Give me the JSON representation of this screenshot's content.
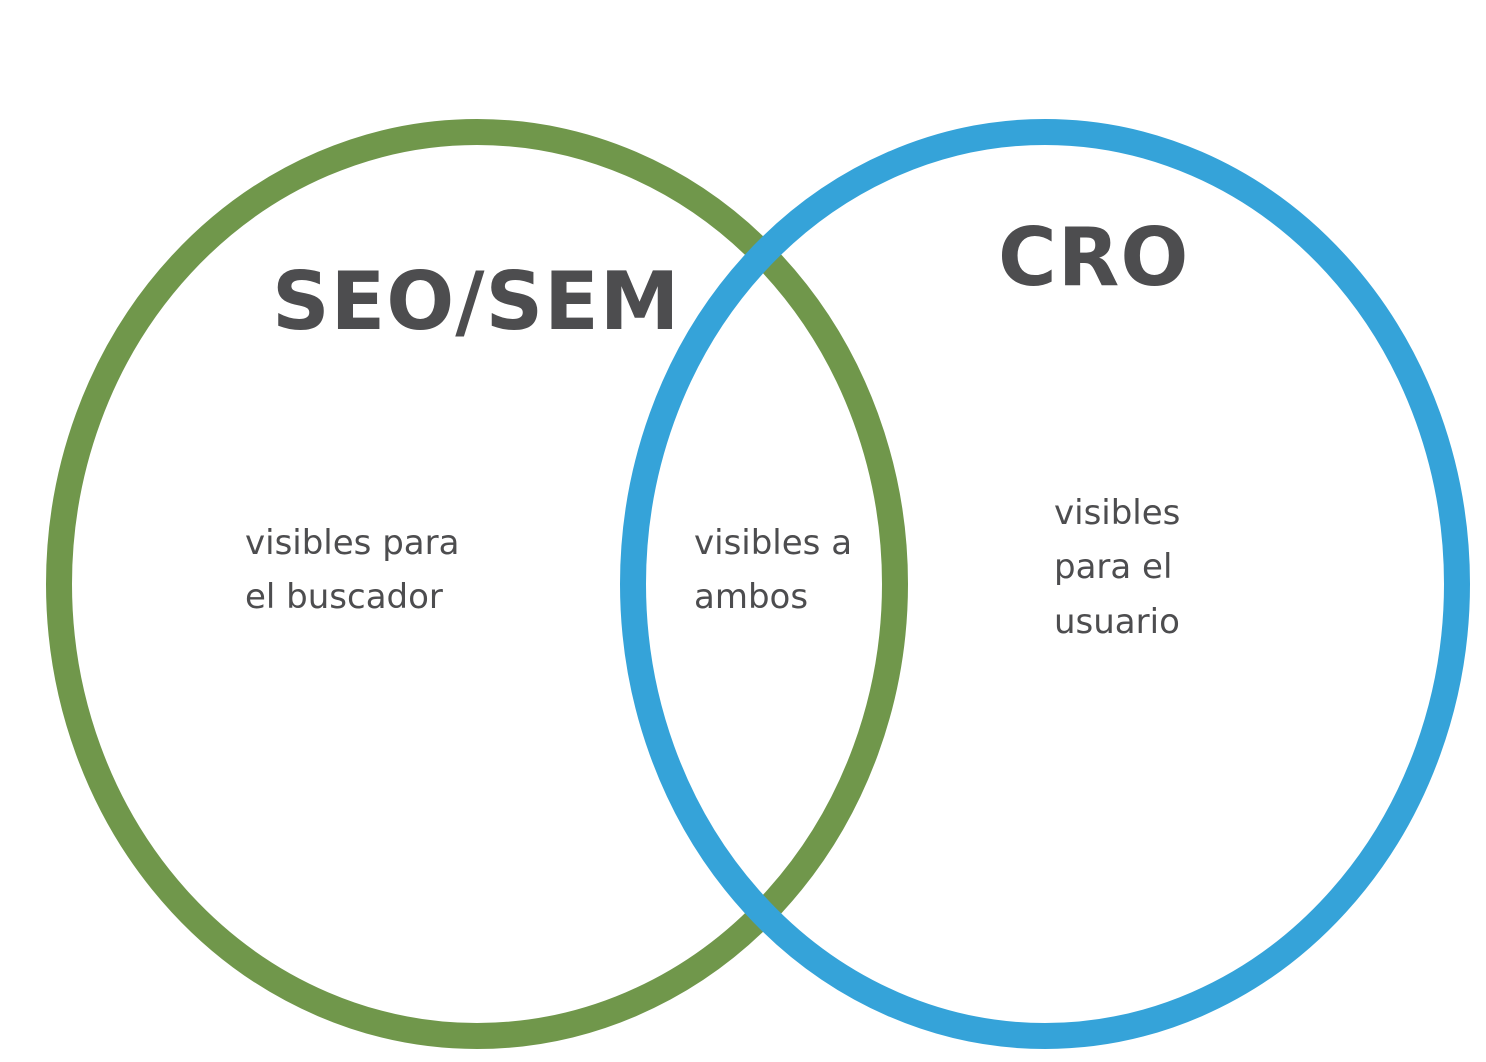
{
  "colors": {
    "seo_circle": "#70974b",
    "cro_circle": "#35a3d9",
    "text": "#4d4d4f",
    "background": "#ffffff"
  },
  "sets": [
    {
      "id": "seo",
      "title": "SEO/SEM",
      "description_lines": [
        "visibles para",
        "el buscador"
      ]
    },
    {
      "id": "cro",
      "title": "CRO",
      "description_lines": [
        "visibles",
        "para el",
        "usuario"
      ]
    }
  ],
  "intersection": {
    "description_lines": [
      "visibles a",
      "ambos"
    ]
  }
}
